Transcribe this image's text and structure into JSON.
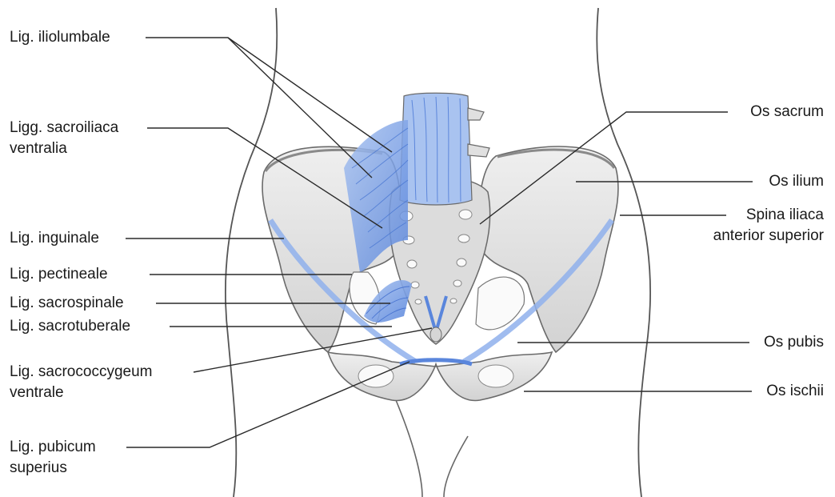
{
  "labels": {
    "left": {
      "lig_iliolumbale": "Lig. iliolumbale",
      "ligg_sacroiliaca_line1": "Ligg. sacroiliaca",
      "ligg_sacroiliaca_line2": "ventralia",
      "lig_inguinale": "Lig. inguinale",
      "lig_pectineale": "Lig. pectineale",
      "lig_sacrospinale": "Lig. sacrospinale",
      "lig_sacrotuberale": "Lig. sacrotuberale",
      "lig_sacrococcygeum_line1": "Lig. sacrococcygeum",
      "lig_sacrococcygeum_line2": "ventrale",
      "lig_pubicum_line1": "Lig. pubicum",
      "lig_pubicum_line2": "superius"
    },
    "right": {
      "os_sacrum": "Os sacrum",
      "os_ilium": "Os ilium",
      "spina_iliaca_line1": "Spina iliaca",
      "spina_iliaca_line2": "anterior superior",
      "os_pubis": "Os pubis",
      "os_ischii": "Os ischii"
    }
  },
  "colors": {
    "bone": "#e4e4e4",
    "bone_shadow": "#c9c9c9",
    "ligament": "#7fa6e8",
    "ligament_dark": "#4a78d6",
    "outline": "#555555",
    "leader": "#2a2a2a"
  }
}
